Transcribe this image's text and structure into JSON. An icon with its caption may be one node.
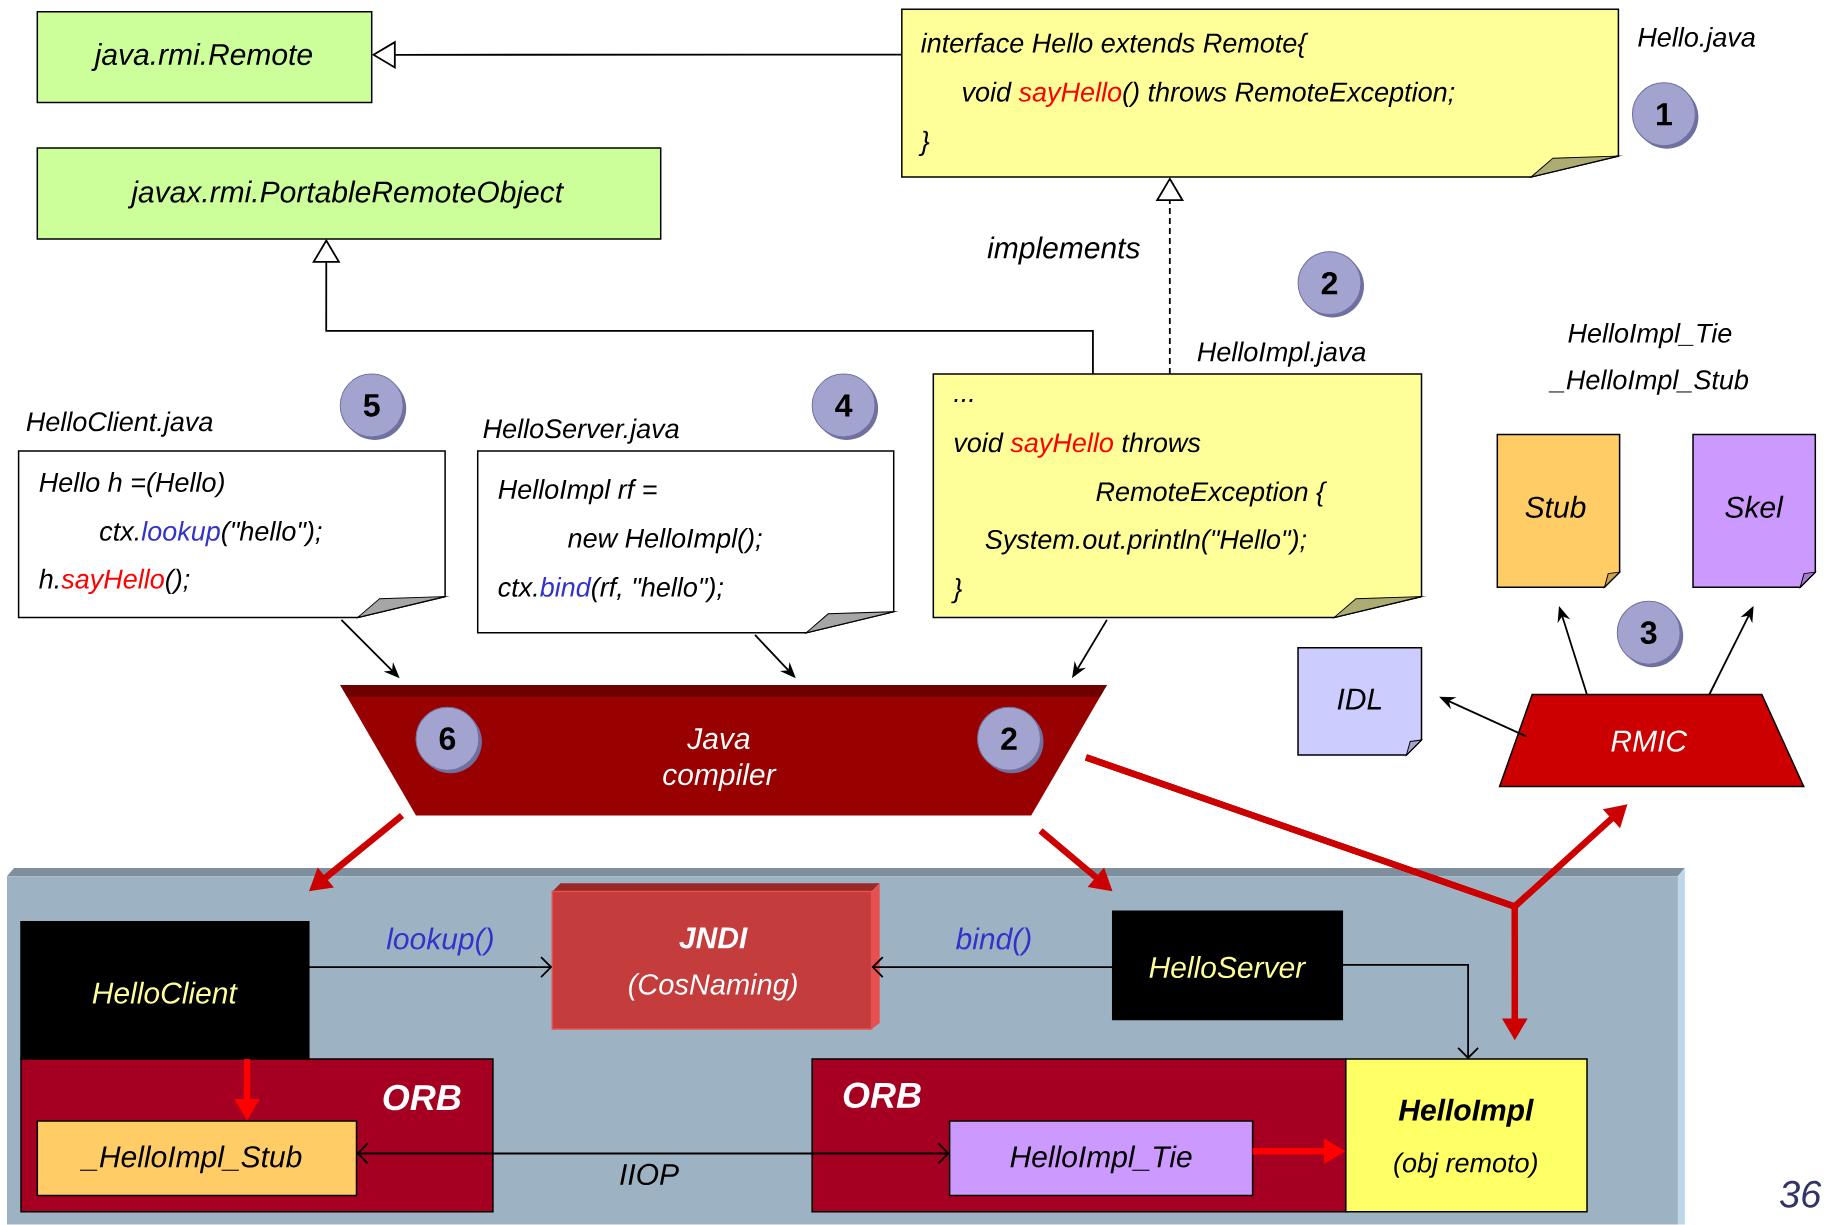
{
  "diagram": {
    "nodes": [
      {
        "text": [
          "java.rmi.Remote"
        ]
      },
      {
        "text": [
          "javax.rmi.PortableRemoteObject"
        ]
      },
      {
        "text": [
          "interface Hello extends Remote{",
          "void",
          "sayHello",
          "() throws RemoteException;",
          "}"
        ],
        "beside": [
          "Hello.java"
        ]
      },
      {
        "text": [
          "...",
          "void",
          "sayHello",
          "throws",
          "RemoteException {",
          "System.out.println(\"Hello\");",
          "}"
        ],
        "beside": [
          "HelloImpl.java"
        ]
      },
      {
        "text": [
          "Hello h =(Hello)",
          "ctx.",
          "lookup",
          "(\"hello\");",
          "h.",
          "sayHello",
          "();"
        ],
        "beside": [
          "HelloClient.java"
        ]
      },
      {
        "text": [
          "HelloImpl rf =",
          "new HelloImpl();",
          "ctx.",
          "bind",
          "(rf, \"hello\");"
        ],
        "beside": [
          "HelloServer.java"
        ]
      },
      {
        "text": [
          "Java compiler"
        ]
      },
      {
        "text": [
          "RMIC"
        ]
      },
      {
        "text": [
          "IDL"
        ]
      },
      {
        "text": [
          "Stub"
        ]
      },
      {
        "text": [
          "Skel"
        ]
      },
      {
        "text": [],
        "shape": "box"
      },
      {
        "text": [
          "HelloClient"
        ],
        "in": 11
      },
      {
        "text": [
          "JNDI",
          "(CosNaming)"
        ],
        "in": 11
      },
      {
        "text": [
          "HelloServer"
        ],
        "in": 11
      },
      {
        "text": [
          "ORB"
        ],
        "in": 11
      },
      {
        "text": [
          "_HelloImpl_Stub"
        ],
        "in": 15
      },
      {
        "text": [
          "ORB"
        ],
        "in": 11
      },
      {
        "text": [
          "HelloImpl_Tie"
        ],
        "in": 17
      },
      {
        "text": [
          "HelloImpl",
          "(obj remoto)"
        ],
        "in": 11
      },
      {
        "text": [
          "1"
        ]
      },
      {
        "text": [
          "2"
        ]
      },
      {
        "text": [
          "5"
        ]
      },
      {
        "text": [
          "4"
        ]
      },
      {
        "text": [
          "3"
        ]
      },
      {
        "text": [
          "6"
        ],
        "in": 6
      },
      {
        "text": [
          "2"
        ],
        "in": 6
      }
    ],
    "edges": [
      {
        "from": 2,
        "to": 0,
        "arrow": "to"
      },
      {
        "from": 3,
        "to": 1,
        "arrow": "to"
      },
      {
        "from": 3,
        "to": 2,
        "arrow": "to",
        "label": "implements",
        "style": "dashed"
      },
      {
        "from": 4,
        "to": 6,
        "arrow": "to"
      },
      {
        "from": 5,
        "to": 6,
        "arrow": "to"
      },
      {
        "from": 3,
        "to": 6,
        "arrow": "to"
      },
      {
        "from": 7,
        "to": 8,
        "arrow": "to"
      },
      {
        "from": 7,
        "to": 9,
        "arrow": "to"
      },
      {
        "from": 7,
        "to": 10,
        "arrow": "to"
      },
      {
        "from": 6,
        "to": 11,
        "arrow": "to",
        "style": "thick",
        "color": "#cc0000"
      },
      {
        "from": 6,
        "to": 11,
        "arrow": "to",
        "style": "thick",
        "color": "#cc0000"
      },
      {
        "from": 6,
        "to": 19,
        "arrow": "to",
        "style": "thick",
        "color": "#cc0000"
      },
      {
        "from": 6,
        "to": 7,
        "arrow": "to",
        "style": "thick",
        "color": "#cc0000"
      },
      {
        "from": 12,
        "to": 13,
        "arrow": "to",
        "label": "lookup()"
      },
      {
        "from": 14,
        "to": 13,
        "arrow": "to",
        "label": "bind()"
      },
      {
        "from": 14,
        "to": 19,
        "arrow": "to"
      },
      {
        "from": 12,
        "to": 16,
        "arrow": "to",
        "style": "thick",
        "color": "#ff0000"
      },
      {
        "from": 18,
        "to": 19,
        "arrow": "to",
        "style": "thick",
        "color": "#ff0000"
      },
      {
        "from": 16,
        "to": 18,
        "arrow": "both",
        "label": "IIOP"
      }
    ],
    "labels": [
      "HelloImpl_Tie",
      "_HelloImpl_Stub",
      "36"
    ]
  }
}
